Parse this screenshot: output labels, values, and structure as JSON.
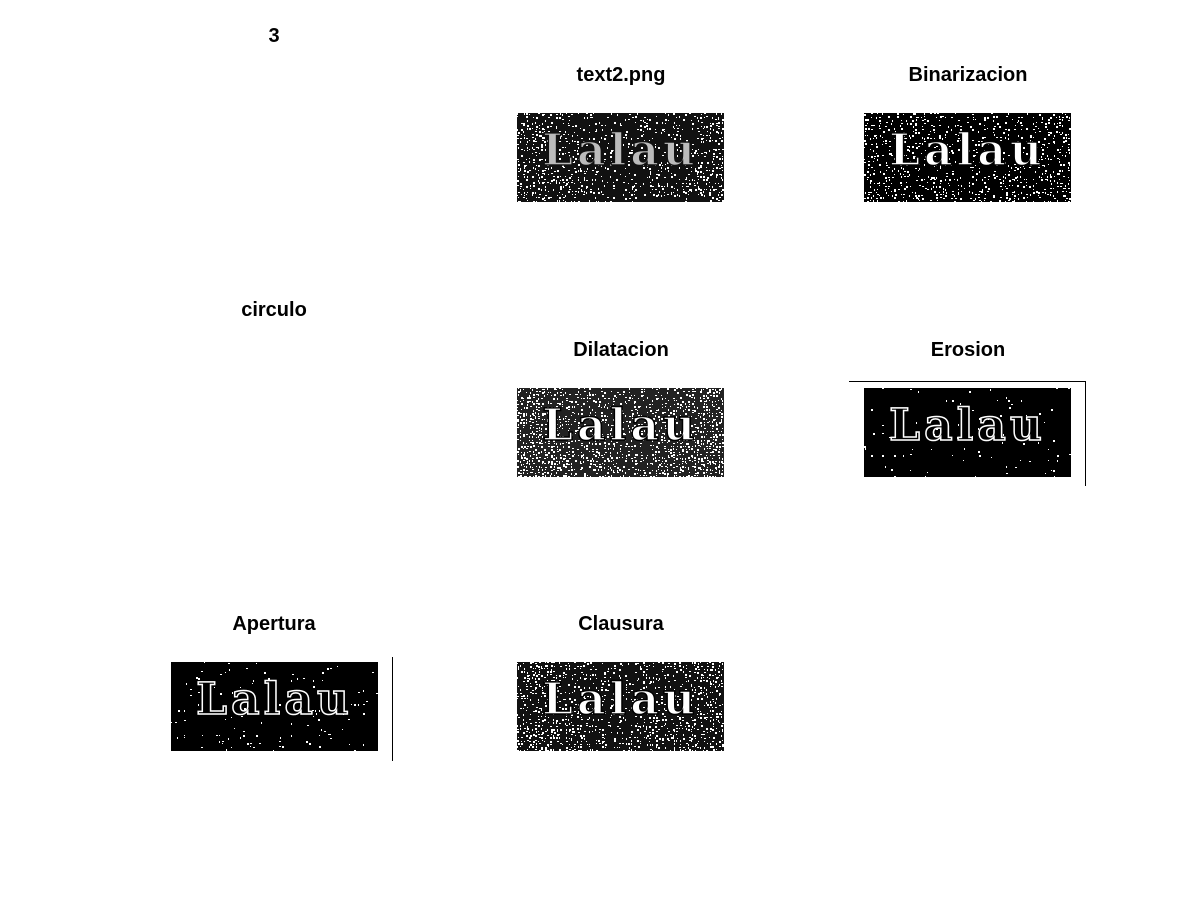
{
  "figure": {
    "panels": [
      {
        "id": "p1",
        "title": "3"
      },
      {
        "id": "p2",
        "title": "text2.png"
      },
      {
        "id": "p3",
        "title": "Binarizacion"
      },
      {
        "id": "p4",
        "title": "circulo"
      },
      {
        "id": "p5",
        "title": "Dilatacion"
      },
      {
        "id": "p6",
        "title": "Erosion"
      },
      {
        "id": "p7",
        "title": "Apertura"
      },
      {
        "id": "p8",
        "title": "Clausura"
      }
    ],
    "image_word": "Lalau",
    "colors": {
      "background": "#ffffff",
      "ink": "#000000"
    }
  }
}
